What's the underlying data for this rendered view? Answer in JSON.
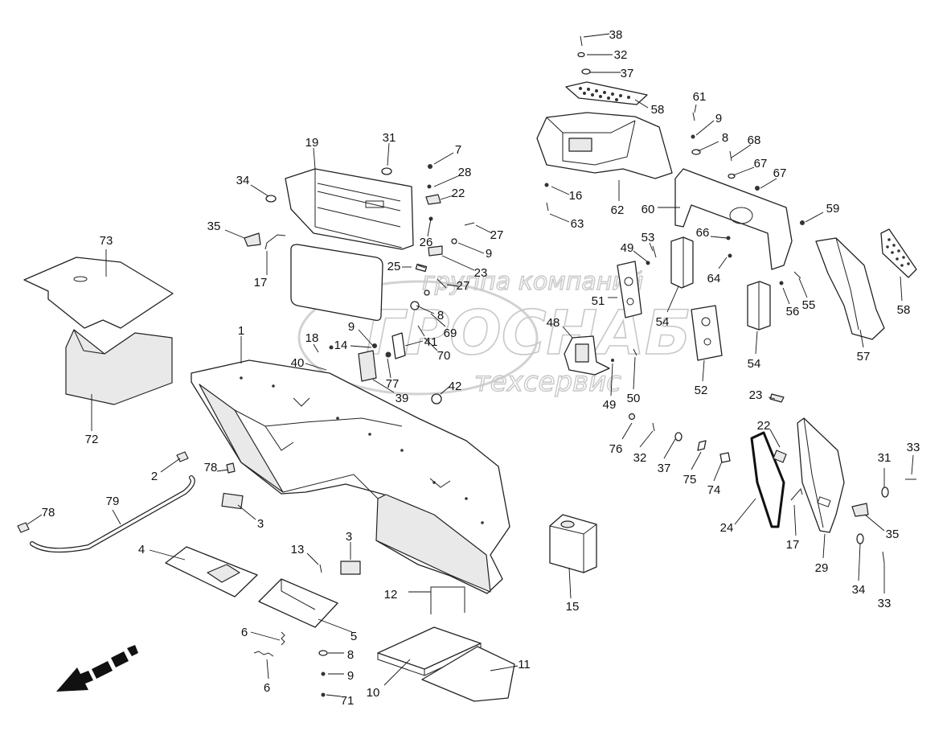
{
  "watermark": {
    "line1": "группа компаний",
    "line2": "ГРОСНАБ",
    "line3": "техсервис"
  },
  "callouts": [
    "1",
    "2",
    "3",
    "3",
    "4",
    "5",
    "6",
    "6",
    "7",
    "8",
    "8",
    "8",
    "9",
    "9",
    "9",
    "9",
    "10",
    "11",
    "12",
    "13",
    "14",
    "15",
    "16",
    "17",
    "17",
    "18",
    "19",
    "22",
    "22",
    "23",
    "23",
    "24",
    "25",
    "26",
    "27",
    "27",
    "28",
    "29",
    "31",
    "31",
    "32",
    "32",
    "33",
    "33",
    "34",
    "34",
    "35",
    "35",
    "37",
    "37",
    "38",
    "39",
    "40",
    "41",
    "42",
    "48",
    "49",
    "49",
    "50",
    "51",
    "52",
    "53",
    "54",
    "54",
    "55",
    "56",
    "57",
    "58",
    "58",
    "59",
    "60",
    "61",
    "62",
    "63",
    "64",
    "66",
    "67",
    "67",
    "68",
    "69",
    "70",
    "71",
    "72",
    "73",
    "74",
    "75",
    "76",
    "77",
    "78",
    "78",
    "79"
  ],
  "icons": {
    "direction": "front-direction-arrow-icon"
  }
}
